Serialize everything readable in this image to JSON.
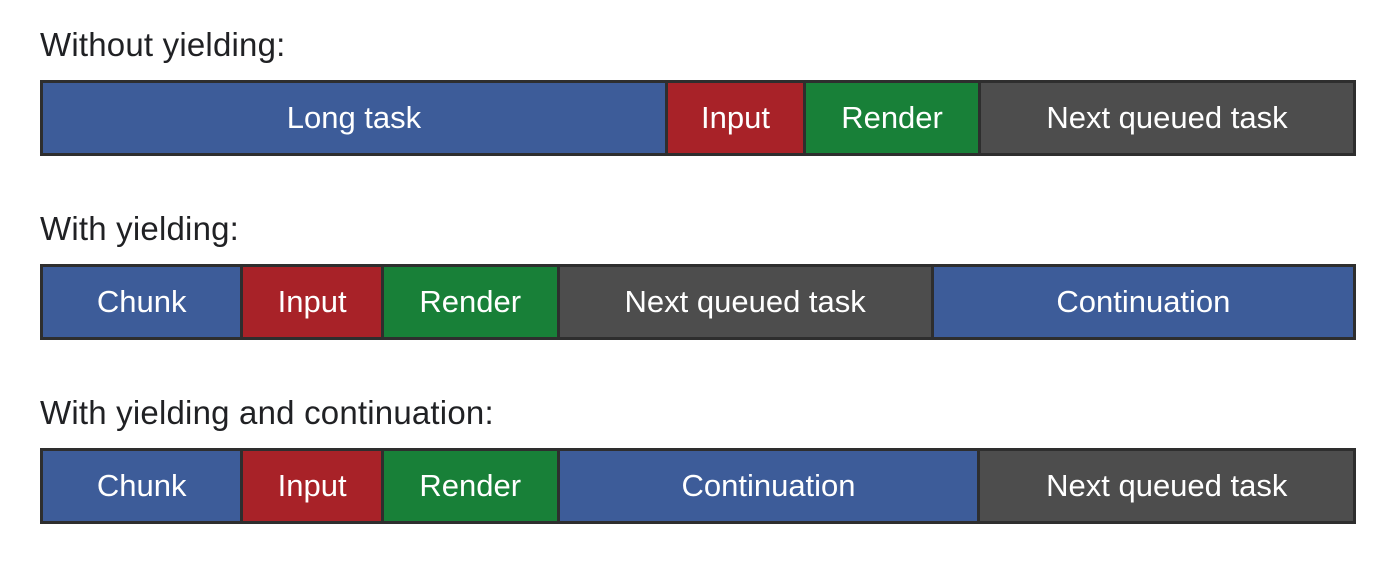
{
  "diagram_title": "task-yielding-timeline-comparison",
  "colors": {
    "blue": "#3D5C99",
    "red": "#A82228",
    "green": "#188038",
    "gray": "#4D4D4D",
    "border": "#2E2E2E",
    "heading": "#202124",
    "segment_text": "#FFFFFF"
  },
  "rows": [
    {
      "label": "Without yielding:",
      "segments": [
        {
          "text": "Long task",
          "color": "blue",
          "width": 47.8
        },
        {
          "text": "Input",
          "color": "red",
          "width": 10.4
        },
        {
          "text": "Render",
          "color": "green",
          "width": 13.2
        },
        {
          "text": "Next queued task",
          "color": "gray",
          "width": 28.6
        }
      ]
    },
    {
      "label": "With yielding:",
      "segments": [
        {
          "text": "Chunk",
          "color": "blue",
          "width": 15.2
        },
        {
          "text": "Input",
          "color": "red",
          "width": 10.6
        },
        {
          "text": "Render",
          "color": "green",
          "width": 13.3
        },
        {
          "text": "Next queued task",
          "color": "gray",
          "width": 28.6
        },
        {
          "text": "Continuation",
          "color": "blue",
          "width": 32.3
        }
      ]
    },
    {
      "label": "With yielding and continuation:",
      "segments": [
        {
          "text": "Chunk",
          "color": "blue",
          "width": 15.2
        },
        {
          "text": "Input",
          "color": "red",
          "width": 10.6
        },
        {
          "text": "Render",
          "color": "green",
          "width": 13.3
        },
        {
          "text": "Continuation",
          "color": "blue",
          "width": 32.2
        },
        {
          "text": "Next queued task",
          "color": "gray",
          "width": 28.7
        }
      ]
    }
  ]
}
